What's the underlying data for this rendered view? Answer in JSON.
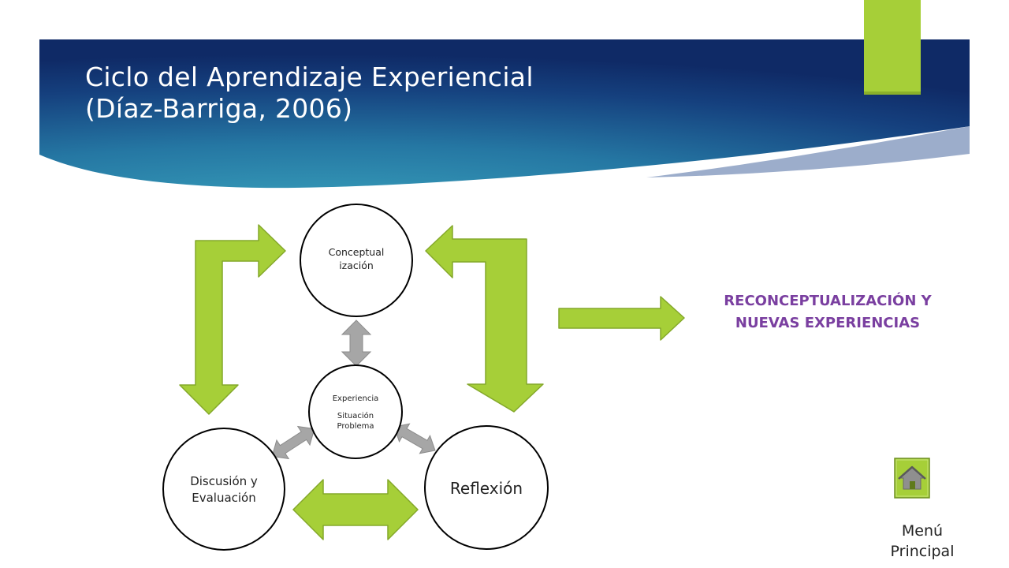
{
  "slide": {
    "title_line1": "Ciclo del Aprendizaje Experiencial",
    "title_line2": "(Díaz-Barriga, 2006)"
  },
  "diagram": {
    "nodes": {
      "conceptualizacion": {
        "line1": "Conceptual",
        "line2": "ización"
      },
      "experiencia": {
        "line1": "Experiencia",
        "line2": "Situación",
        "line3": "Problema"
      },
      "discusion": {
        "line1": "Discusión y",
        "line2": "Evaluación"
      },
      "reflexion": {
        "label": "Reflexión"
      }
    },
    "result": {
      "line1": "RECONCEPTUALIZACIÓN Y",
      "line2": "NUEVAS EXPERIENCIAS"
    }
  },
  "nav": {
    "home_icon": "home-icon",
    "home_label_line1": "Menú",
    "home_label_line2": "Principal"
  },
  "colors": {
    "banner_dark": "#0f2a66",
    "banner_mid": "#2f8fb2",
    "accent_green": "#a6cf38",
    "arrow_gray": "#a6a6a6",
    "result_purple": "#7a3fa0"
  }
}
